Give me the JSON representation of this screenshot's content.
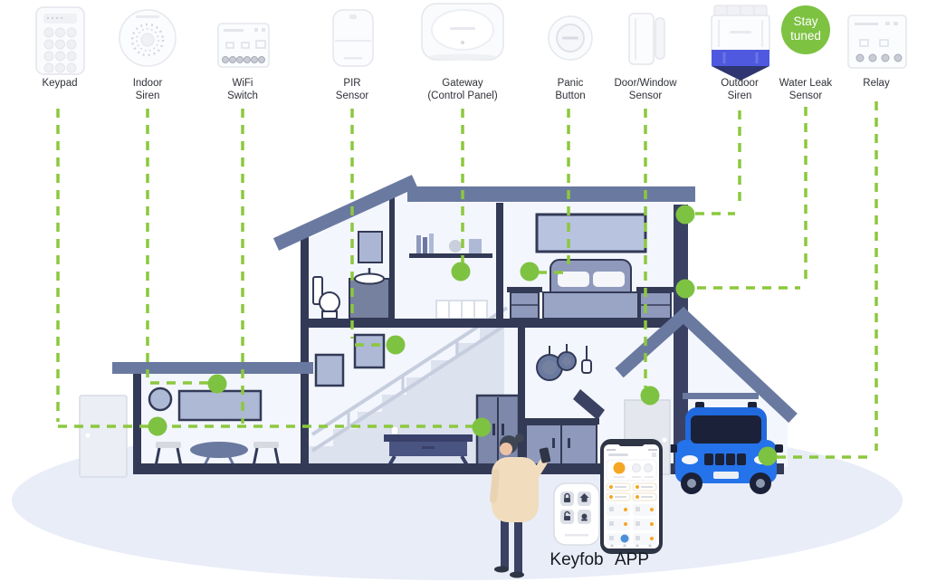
{
  "colors": {
    "accent_green": "#7EC242",
    "dash_green": "#8CC83E",
    "house_dark": "#333A56",
    "roof_slate": "#6A79A0",
    "furniture_slate": "#8E99BC",
    "car_blue": "#2169DE",
    "outdoor_siren_blue": "#4E59E0",
    "app_orange": "#F5A623",
    "app_blue": "#4A90D9",
    "ground_lavender": "#E9EDF8"
  },
  "devices": [
    {
      "id": "keypad",
      "line1": "Keypad",
      "line2": ""
    },
    {
      "id": "indoor-siren",
      "line1": "Indoor",
      "line2": "Siren"
    },
    {
      "id": "wifi-switch",
      "line1": "WiFi",
      "line2": "Switch"
    },
    {
      "id": "pir-sensor",
      "line1": "PIR",
      "line2": "Sensor"
    },
    {
      "id": "gateway",
      "line1": "Gateway",
      "line2": "(Control Panel)"
    },
    {
      "id": "panic-button",
      "line1": "Panic",
      "line2": "Button"
    },
    {
      "id": "door-window-sensor",
      "line1": "Door/Window",
      "line2": "Sensor"
    },
    {
      "id": "outdoor-siren",
      "line1": "Outdoor",
      "line2": "Siren"
    },
    {
      "id": "water-leak-sensor",
      "line1": "Water Leak",
      "line2": "Sensor"
    },
    {
      "id": "relay",
      "line1": "Relay",
      "line2": ""
    }
  ],
  "stay_tuned": {
    "line1": "Stay",
    "line2": "tuned"
  },
  "bottom": {
    "keyfob_label": "Keyfob",
    "app_label": "APP"
  }
}
